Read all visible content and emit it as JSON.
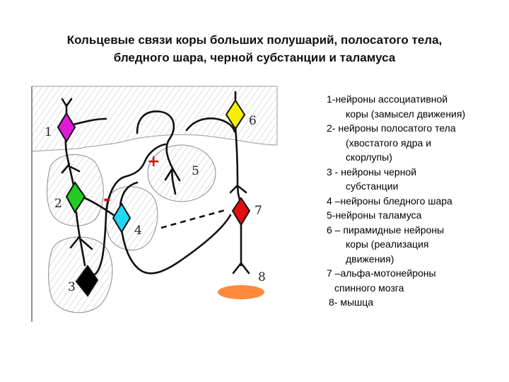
{
  "title": {
    "line1": "Кольцевые связи коры больших полушарий, полосатого тела,",
    "line2": "бледного шара, черной субстанции и таламуса"
  },
  "legend": [
    "1-нейроны ассоциативной",
    "коры (замысел движения)",
    "2- нейроны полосатого тела",
    "(хвостатого ядра и",
    "скорлупы)",
    "3 - нейроны черной",
    "субстанции",
    "4 –нейроны бледного шара",
    "5-нейроны таламуса",
    "6 – пирамидные нейроны",
    "коры (реализация",
    "движения)",
    "7 –альфа-мотонейроны",
    "спинного мозга",
    "8- мышца"
  ],
  "diagram": {
    "labels": {
      "n1": "1",
      "n2": "2",
      "n3": "3",
      "n4": "4",
      "n5": "5",
      "n6": "6",
      "n7": "7",
      "n8": "8"
    },
    "signs": {
      "plus": "+",
      "minus": "-"
    },
    "colors": {
      "neuron1": "#e01ad8",
      "neuron2": "#22cc22",
      "neuron3": "#000000",
      "neuron4": "#22d8f0",
      "neuron6": "#f5f000",
      "neuron7": "#e01010",
      "muscle": "#ff8a3c",
      "plus_sign": "#d41010",
      "minus_sign": "#d41010"
    }
  }
}
